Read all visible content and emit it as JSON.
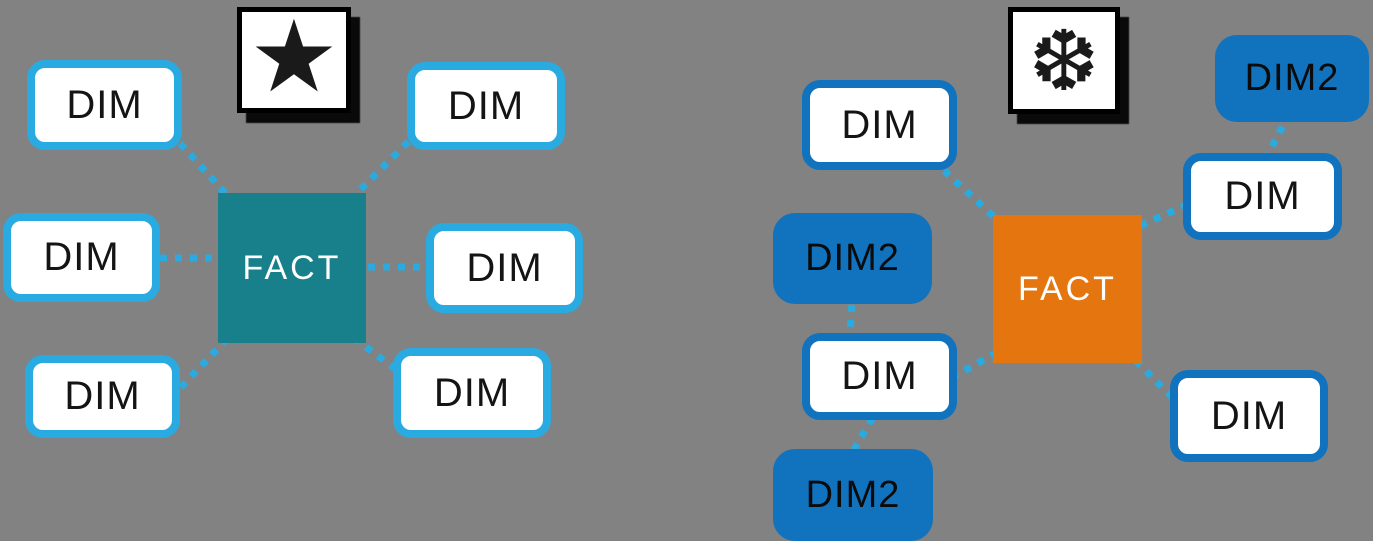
{
  "palette": {
    "background": "#828282",
    "connector_light_blue": "#29ABE2",
    "dark_blue": "#1173BE",
    "teal": "#17808B",
    "orange": "#E5750F",
    "icon_black": "#000000",
    "box_white": "#FFFFFF"
  },
  "left_diagram": {
    "name": "star schema",
    "icon": {
      "name": "star-icon",
      "glyph": "★"
    },
    "fact_label": "FACT",
    "dims": [
      {
        "label": "DIM"
      },
      {
        "label": "DIM"
      },
      {
        "label": "DIM"
      },
      {
        "label": "DIM"
      },
      {
        "label": "DIM"
      },
      {
        "label": "DIM"
      }
    ]
  },
  "right_diagram": {
    "name": "snowflake schema",
    "icon": {
      "name": "snowflake-icon",
      "glyph": "❆"
    },
    "fact_label": "FACT",
    "dims": [
      {
        "label": "DIM"
      },
      {
        "label": "DIM"
      },
      {
        "label": "DIM"
      },
      {
        "label": "DIM"
      }
    ],
    "dim2s": [
      {
        "label": "DIM2"
      },
      {
        "label": "DIM2"
      },
      {
        "label": "DIM2"
      }
    ]
  }
}
